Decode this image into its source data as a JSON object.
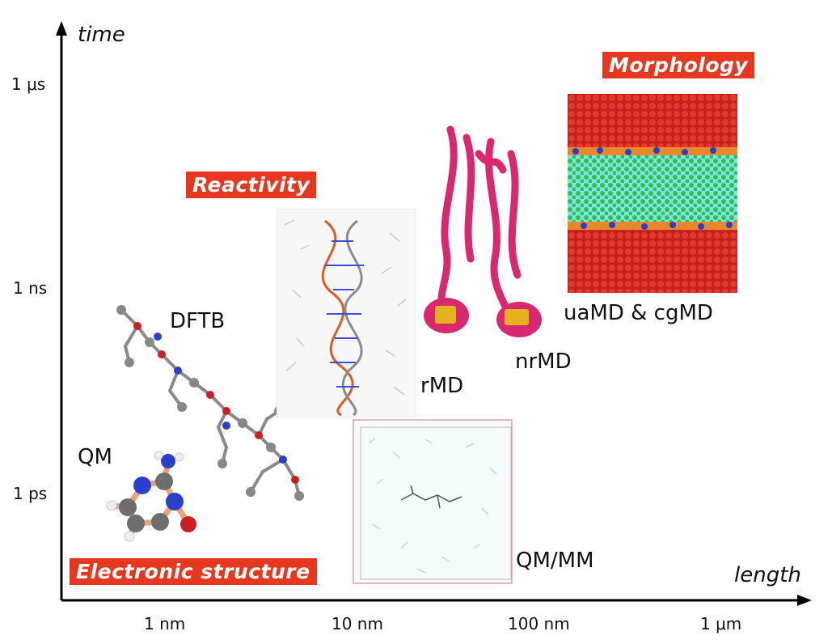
{
  "axes": {
    "y_label": "time",
    "x_label": "length",
    "y_ticks": [
      "1 μs",
      "1 ns",
      "1 ps"
    ],
    "x_ticks": [
      "1 nm",
      "10 nm",
      "100 nm",
      "1 μm"
    ]
  },
  "regions": {
    "electronic": "Electronic structure",
    "reactivity": "Reactivity",
    "morphology": "Morphology"
  },
  "methods": {
    "qm": "QM",
    "dftb": "DFTB",
    "rmd": "rMD",
    "nrmd": "nrMD",
    "uamd_cgmd": "uaMD & cgMD",
    "qmmm": "QM/MM"
  },
  "colors": {
    "region_bg": "#e8371f",
    "axis": "#000000",
    "oxygen": "#cc1f1f",
    "nitrogen": "#2a3fcc",
    "carbon": "#6e6e6e",
    "protein": "#d9286f",
    "helix_gold": "#e3b21e",
    "membrane_green": "#2fc24a",
    "membrane_cyan": "#7fe3ec",
    "water_box": "#8fd3d8"
  },
  "icons": [
    "y-axis-arrow-icon",
    "x-axis-arrow-icon"
  ]
}
